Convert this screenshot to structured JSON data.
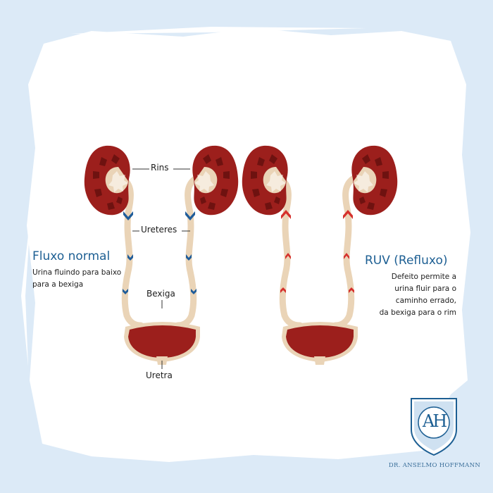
{
  "labels": {
    "rins": "Rins",
    "ureteres": "Ureteres",
    "bexiga": "Bexiga",
    "uretra": "Uretra"
  },
  "normal": {
    "title": "Fluxo normal",
    "desc_lines": [
      "Urina fluindo para baixo",
      "para a bexiga"
    ]
  },
  "reflux": {
    "title": "RUV (Refluxo)",
    "desc_lines": [
      "Defeito permite a",
      "urina fluir para o",
      "caminho errado,",
      "da bexiga para o rim"
    ]
  },
  "brand": {
    "monogram": "AH",
    "name": "DR. ANSELMO HOFFMANN"
  },
  "colors": {
    "background": "#dceaf7",
    "paper": "#ffffff",
    "kidney": "#9c1f1c",
    "kidney_dark": "#6e1210",
    "ureter": "#ead4b7",
    "arrow_normal": "#1f5c9a",
    "arrow_reflux": "#d5302c",
    "heading": "#1d5f93"
  }
}
